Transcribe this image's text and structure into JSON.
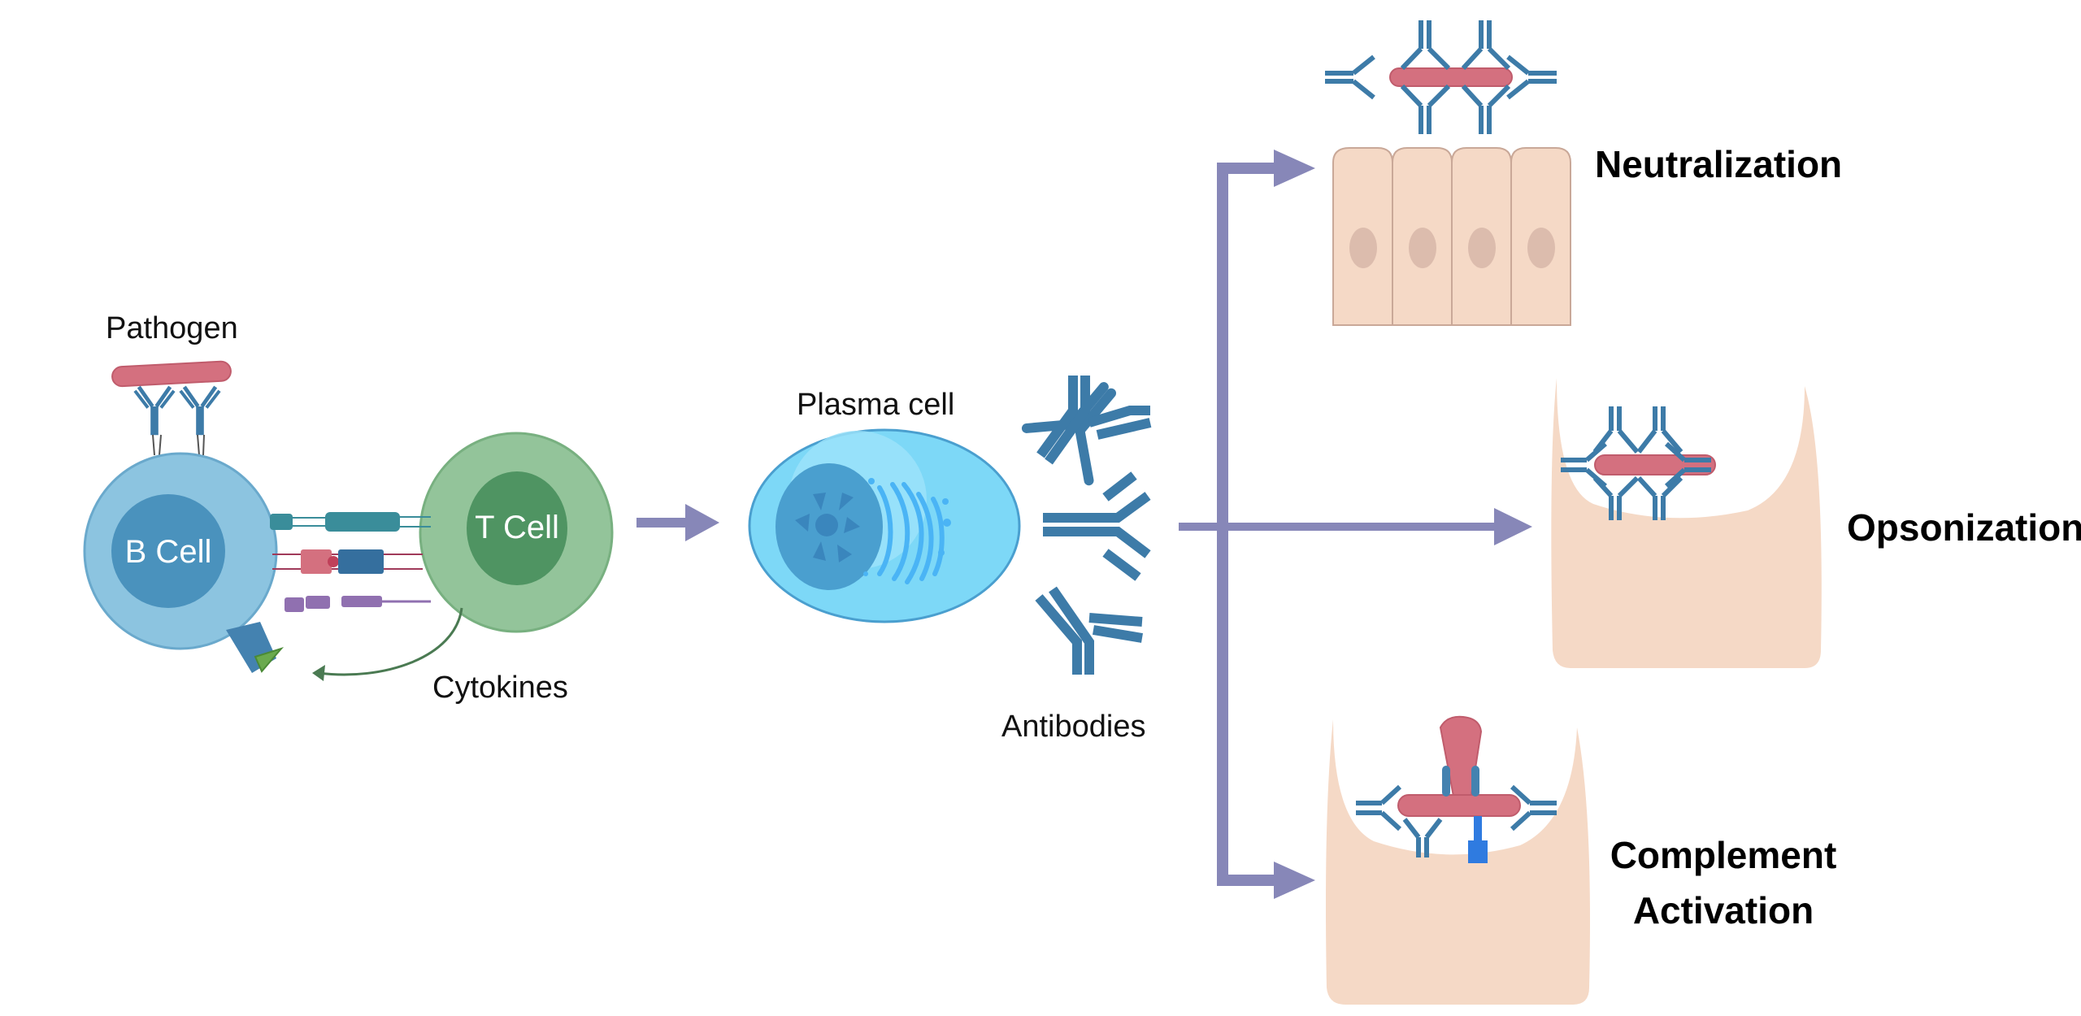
{
  "diagram": {
    "title": "Antibody-mediated immune response",
    "labels": {
      "pathogen": "Pathogen",
      "b_cell": "B Cell",
      "t_cell": "T Cell",
      "cytokines": "Cytokines",
      "plasma_cell": "Plasma cell",
      "antibodies": "Antibodies"
    },
    "outcomes": [
      {
        "id": "neutralization",
        "label": "Neutralization"
      },
      {
        "id": "opsonization",
        "label": "Opsonization"
      },
      {
        "id": "complement",
        "label_line1": "Complement",
        "label_line2": "Activation"
      }
    ],
    "colors": {
      "arrow": "#8787b8",
      "antibody": "#3d7ba8",
      "pathogen": "#d4707f",
      "b_cell": "#8cc4e0",
      "b_nucleus": "#4a92bd",
      "t_cell": "#93c49a",
      "t_nucleus": "#4f9462",
      "plasma_cell": "#7dd8f7",
      "plasma_nucleus": "#4a9fcf",
      "tissue": "#f5d9c6",
      "tissue_nucleus": "#dcbcad",
      "complement": "#2f7be0"
    }
  }
}
